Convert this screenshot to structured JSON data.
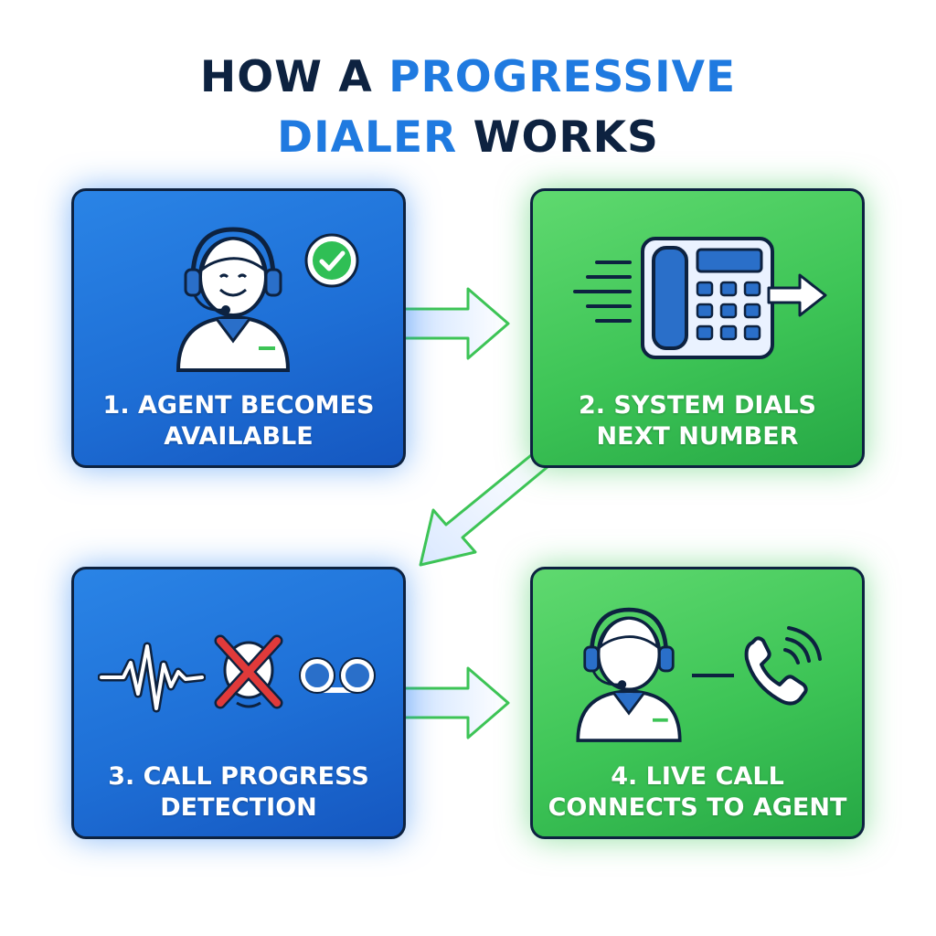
{
  "title": {
    "line1_a": "HOW A ",
    "line1_b": "PROGRESSIVE",
    "line2_a": "DIALER",
    "line2_b": " WORKS"
  },
  "steps": [
    {
      "line1": "1. AGENT BECOMES",
      "line2": "AVAILABLE",
      "color": "#1e6fd6"
    },
    {
      "line1": "2. SYSTEM DIALS",
      "line2": "NEXT NUMBER",
      "color": "#3dc456"
    },
    {
      "line1": "3. CALL PROGRESS",
      "line2": "DETECTION",
      "color": "#1e6fd6"
    },
    {
      "line1": "4. LIVE CALL",
      "line2": "CONNECTS TO AGENT",
      "color": "#3dc456"
    }
  ],
  "colors": {
    "navy": "#0d2240",
    "accent_blue": "#1f7ae0",
    "accent_green": "#3dc456",
    "check_green": "#2fbf55",
    "cross_red": "#e03a3a"
  },
  "icons": {
    "step1": [
      "agent-icon",
      "checkmark-icon"
    ],
    "step2": [
      "desk-phone-icon",
      "dial-arrow-icon"
    ],
    "step3": [
      "waveform-icon",
      "no-answer-icon",
      "voicemail-icon"
    ],
    "step4": [
      "agent-icon",
      "phone-ringing-icon"
    ]
  }
}
